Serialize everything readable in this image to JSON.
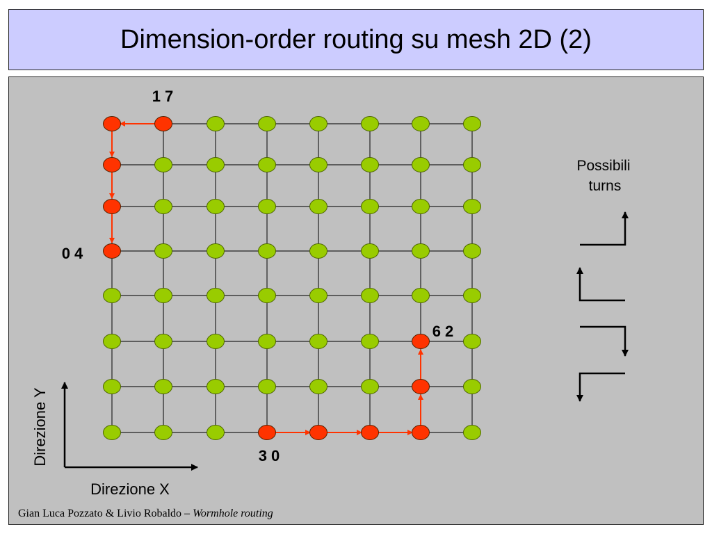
{
  "slide": {
    "title": "Dimension-order routing su mesh 2D (2)",
    "footer_authors": "Gian Luca Pozzato & Livio Robaldo – ",
    "footer_topic": "Wormhole routing"
  },
  "diagram": {
    "mesh_cols": 8,
    "mesh_rows": 8,
    "node_color": "#99cc00",
    "route_color": "#ff3300",
    "labels": {
      "node_17": "1 7",
      "node_04": "0 4",
      "node_62": "6 2",
      "node_30": "3 0"
    },
    "axes": {
      "y_label": "Direzione Y",
      "x_label": "Direzione X"
    },
    "turns_label_line1": "Possibili",
    "turns_label_line2": "turns"
  }
}
